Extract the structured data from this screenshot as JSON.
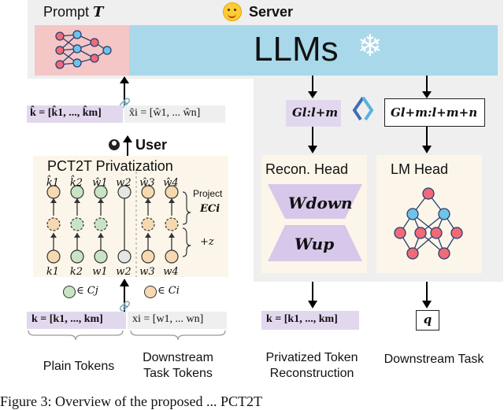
{
  "prompt_label": "Prompt",
  "prompt_symbol": "T",
  "server_label": "Server",
  "llm_label": "LLMs",
  "user_label": "User",
  "privatization_title": "PCT2T Privatization",
  "k_hat_eq": "k̂ = [k̂1, ..., k̂m]",
  "x_hat_eq": "x̂i = [ŵ1, ... ŵn]",
  "k_eq": "k = [k1, ..., km]",
  "x_eq": "xi = [w1, ... wn]",
  "g_left": "Gl:l+m",
  "g_right": "Gl+m:l+m+n",
  "recon_head": "Recon. Head",
  "lm_head": "LM Head",
  "w_down": "Wdown",
  "w_up": "Wup",
  "project_label": "Project",
  "e_label": "ECi",
  "plus_z_label": "+z",
  "legend_cj": "∈ Cj",
  "legend_ci": "∈ Ci",
  "plain_tokens": "Plain Tokens",
  "downstream_tokens_1": "Downstream",
  "downstream_tokens_2": "Task Tokens",
  "k_out_eq": "k = [k1, ..., km]",
  "q_label": "q",
  "privatized_1": "Privatized Token",
  "privatized_2": "Reconstruction",
  "downstream_task": "Downstream Task",
  "caption": "Figure 3: Overview of the proposed ... PCT2T",
  "top_tokens": [
    "k̂1",
    "k̂2",
    "ŵ1",
    "w2",
    "ŵ3",
    "ŵ4"
  ],
  "bottom_tokens": [
    "k1",
    "k2",
    "w1",
    "w2",
    "w3",
    "w4"
  ],
  "colors": {
    "prompt_bg": "#f4c6c6",
    "llm_bg": "#a8d8ea",
    "panel_bg": "#efefef",
    "purple": "#e2d8ee",
    "cream": "#fbf6e9",
    "orange_node": "#f6d9b0",
    "green_node": "#c9e4c5",
    "gray_node": "#e6e6e6"
  }
}
